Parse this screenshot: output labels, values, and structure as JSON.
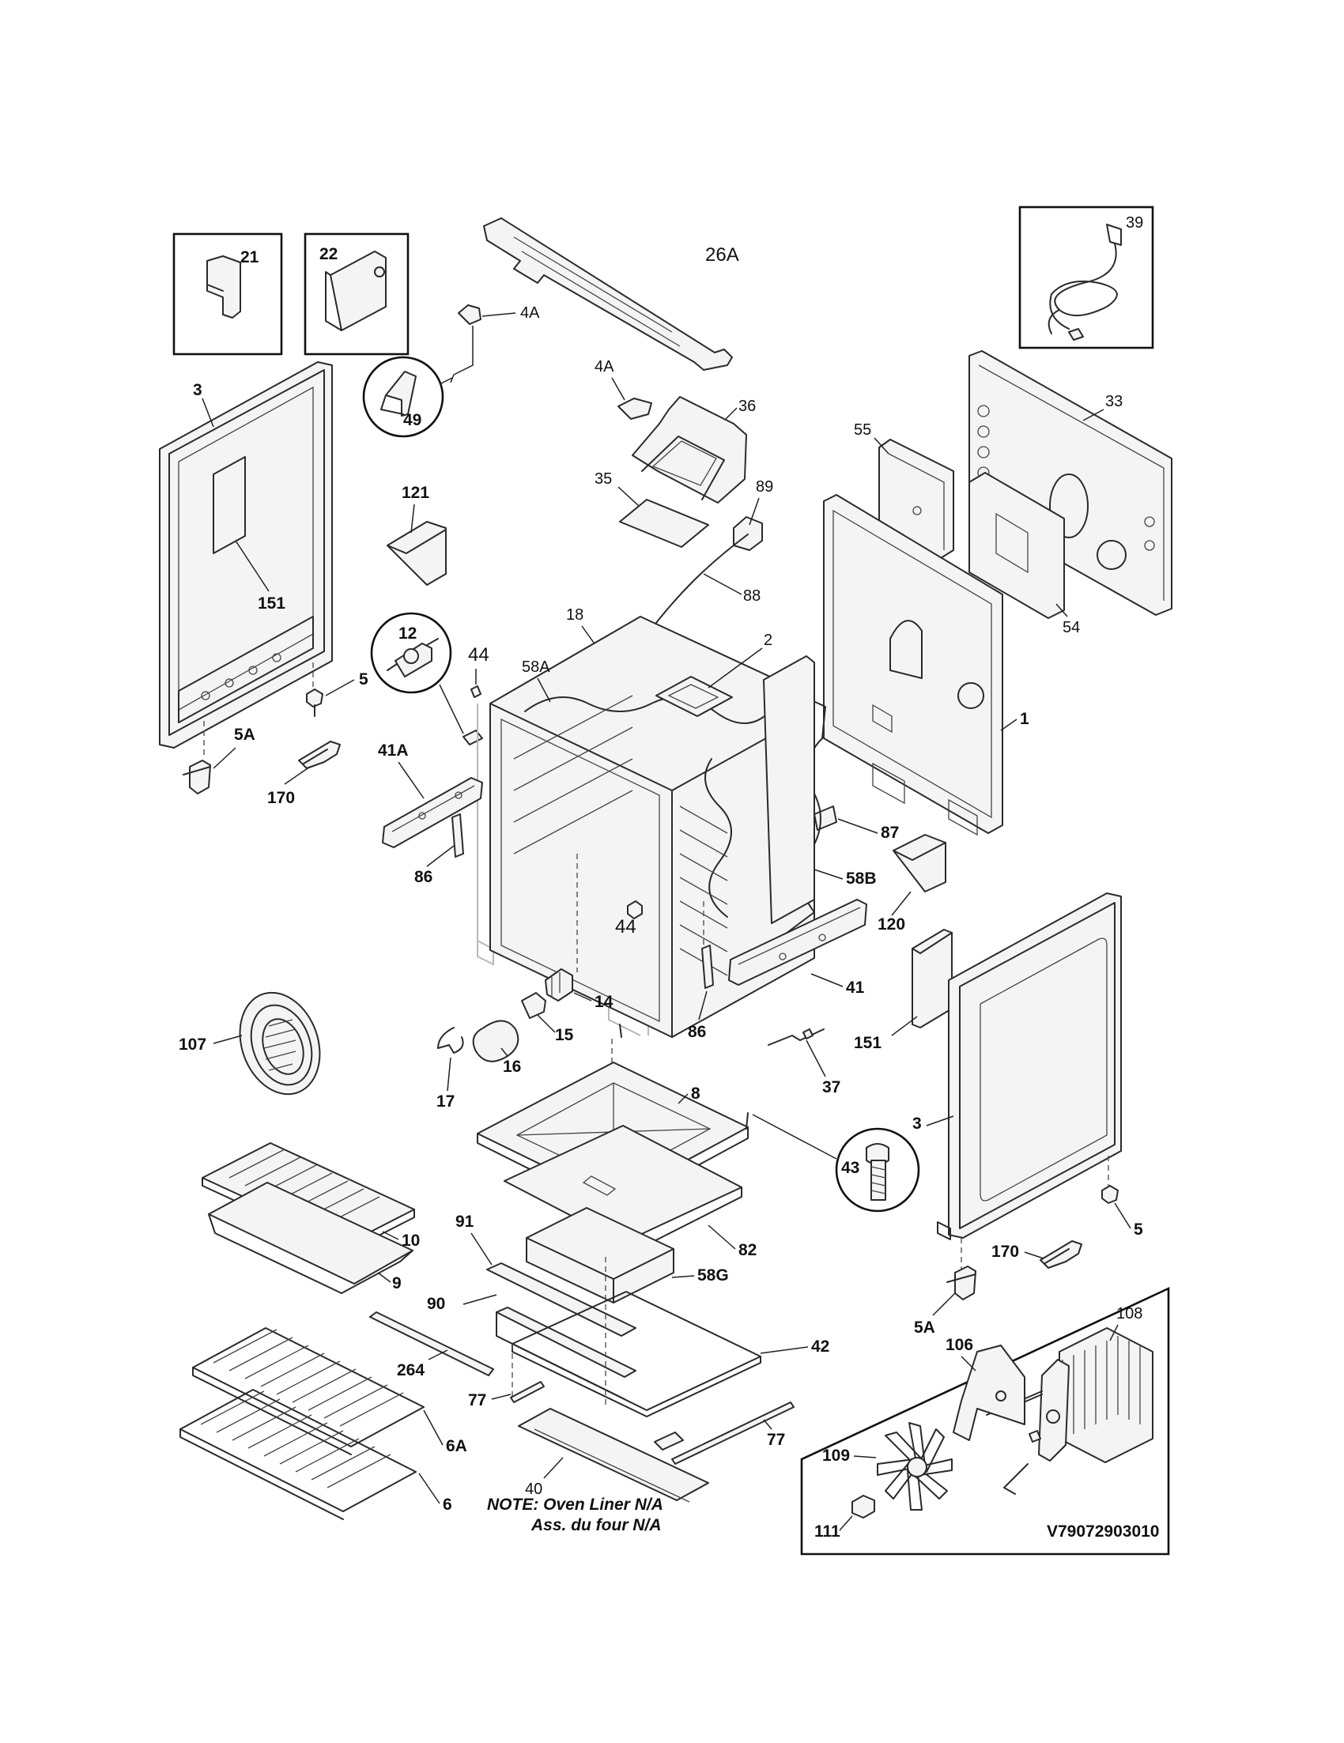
{
  "labels": {
    "p21": "21",
    "p22": "22",
    "p26A": "26A",
    "p4A_top": "4A",
    "p4A_mid": "4A",
    "p39": "39",
    "p49": "49",
    "p3_left": "3",
    "p151_left": "151",
    "p121": "121",
    "p36": "36",
    "p35": "35",
    "p89": "89",
    "p88": "88",
    "p55": "55",
    "p33": "33",
    "p54": "54",
    "p12": "12",
    "p44_top": "44",
    "p58A": "58A",
    "p18": "18",
    "p2": "2",
    "p1": "1",
    "p5_left": "5",
    "p5A_left": "5A",
    "p170_left": "170",
    "p41A": "41A",
    "p87": "87",
    "p86_left": "86",
    "p58B": "58B",
    "p44_mid": "44",
    "p120": "120",
    "p14": "14",
    "p15": "15",
    "p16": "16",
    "p17": "17",
    "p86_right": "86",
    "p41": "41",
    "p151_right": "151",
    "p37": "37",
    "p107": "107",
    "p8": "8",
    "p43": "43",
    "p3_right": "3",
    "p10": "10",
    "p9": "9",
    "p91": "91",
    "p82": "82",
    "p58G": "58G",
    "p90": "90",
    "p42": "42",
    "p264": "264",
    "p77_left": "77",
    "p77_right": "77",
    "p6A": "6A",
    "p40": "40",
    "p6": "6",
    "p5_right": "5",
    "p170_right": "170",
    "p5A_right": "5A",
    "p108": "108",
    "p106": "106",
    "p109": "109",
    "p111": "111"
  },
  "note": {
    "line1": "NOTE: Oven Liner N/A",
    "line2": "Ass. du four N/A"
  },
  "diagram_code": "V79072903010"
}
